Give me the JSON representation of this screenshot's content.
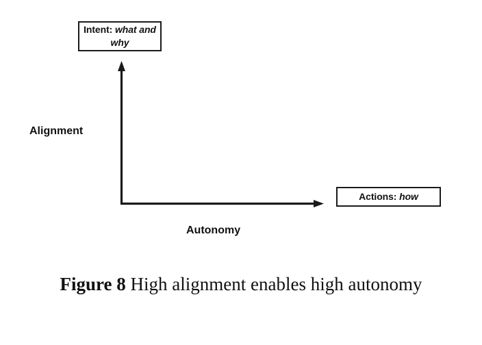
{
  "figure": {
    "background_color": "#ffffff",
    "stroke_color": "#1a1a1a",
    "text_color": "#111111",
    "nodes": {
      "intent": {
        "label_prefix": "Intent:",
        "label_emphasis": "what and why",
        "full_text": "Intent: what and why"
      },
      "actions": {
        "label_prefix": "Actions:",
        "label_emphasis": "how",
        "full_text": "Actions: how"
      }
    },
    "axes": {
      "y_axis_label": "Alignment",
      "x_axis_label": "Autonomy"
    },
    "caption": {
      "prefix": "Figure 8",
      "text": " High alignment enables high autonomy",
      "full_text": "Figure 8 High alignment enables high autonomy"
    }
  }
}
